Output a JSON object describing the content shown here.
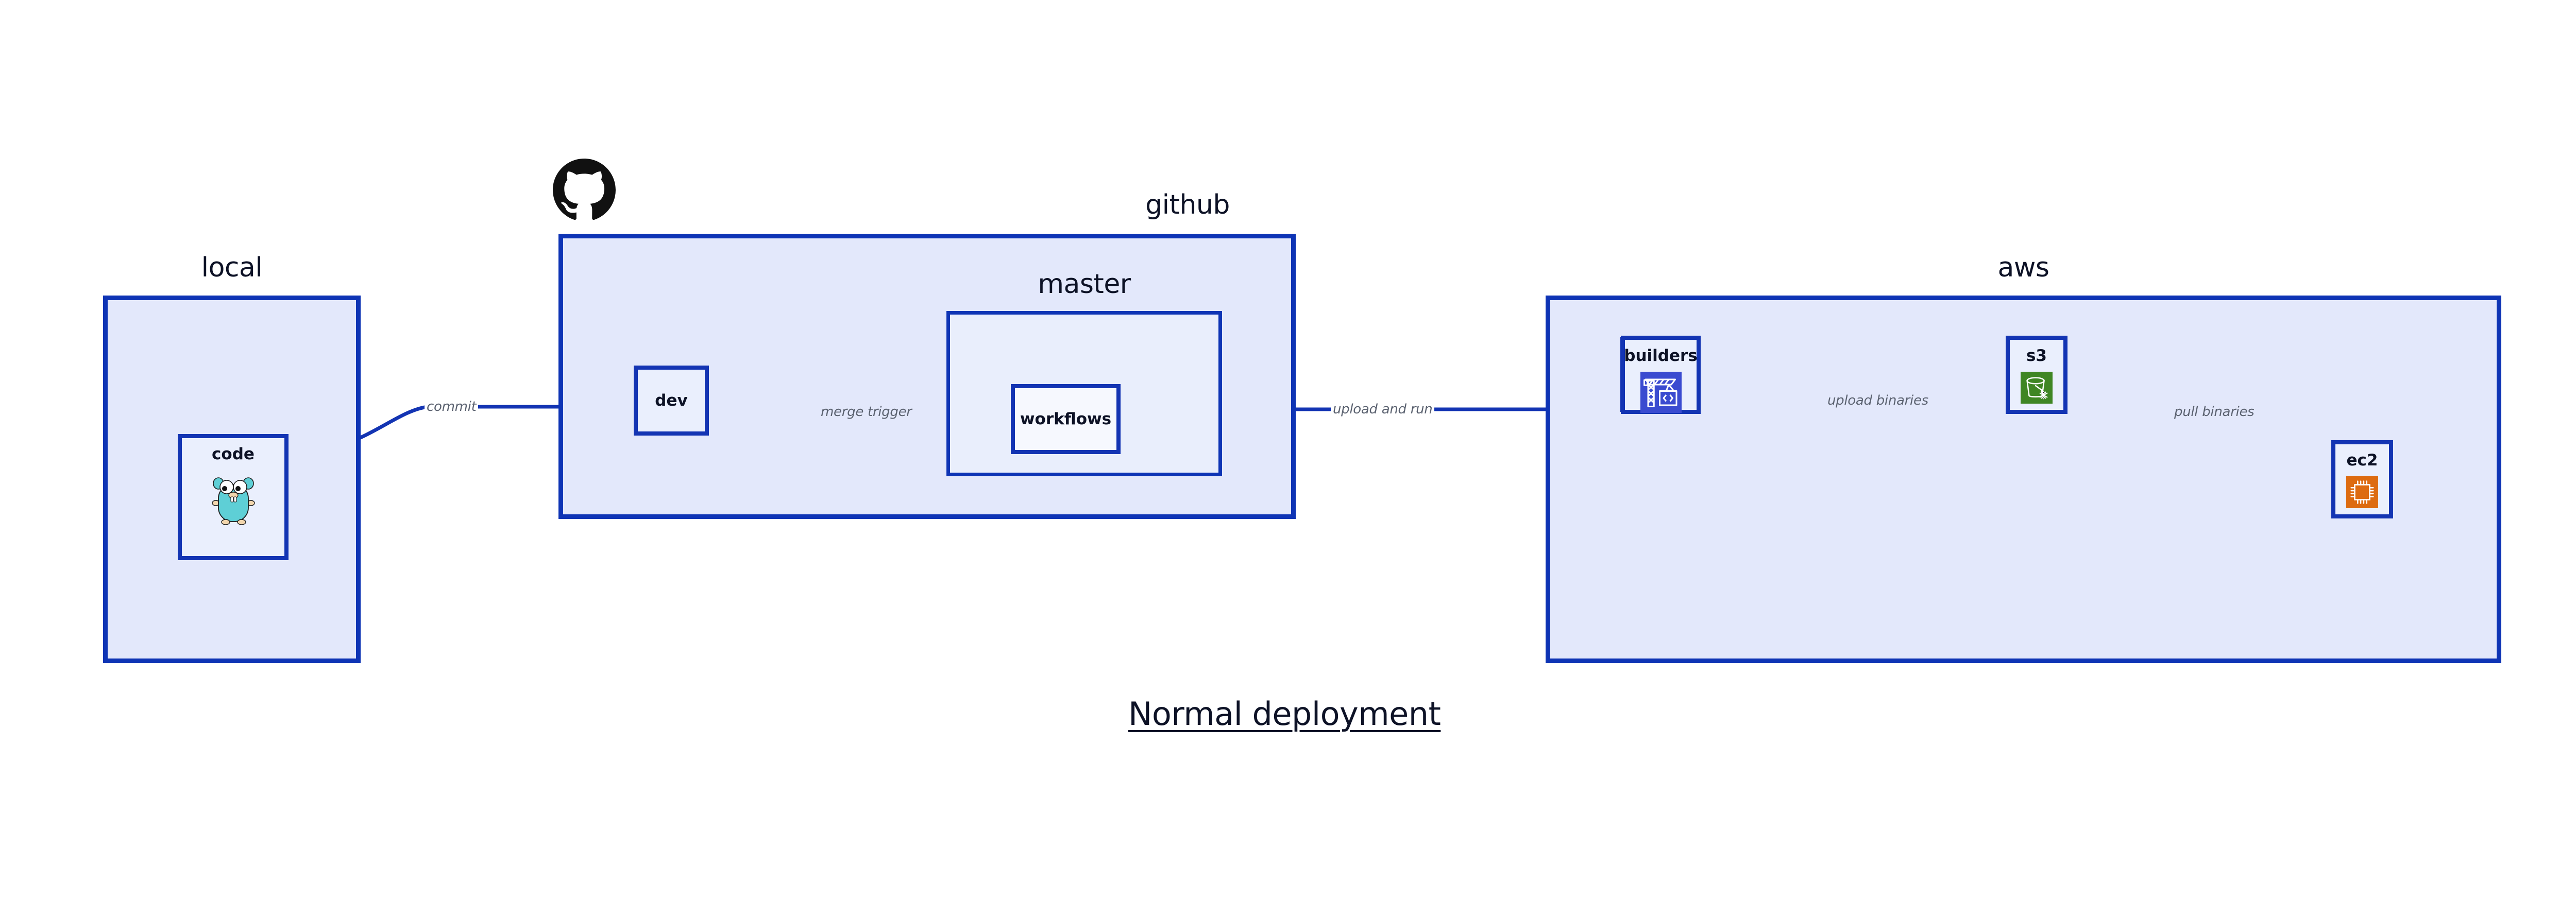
{
  "diagram": {
    "title": "Normal deployment",
    "background_color": "#ffffff",
    "group_fill": "#e3e8fb",
    "subgroup_fill": "#e9eefc",
    "node_fill": "#eaeffd",
    "border_color": "#1334b3",
    "edge_color": "#1334b3",
    "edge_label_color": "#5b6270",
    "text_color": "#0d1226"
  },
  "groups": {
    "local": {
      "label": "local"
    },
    "github": {
      "label": "github"
    },
    "master": {
      "label": "master"
    },
    "aws": {
      "label": "aws"
    }
  },
  "nodes": {
    "code": {
      "label": "code",
      "icon": "go-gopher-icon"
    },
    "dev": {
      "label": "dev",
      "icon": "none"
    },
    "workflows": {
      "label": "workflows",
      "icon": "none"
    },
    "builders": {
      "label": "builders",
      "icon": "aws-codebuild-crane-icon",
      "icon_color": "#3a4bd0"
    },
    "s3": {
      "label": "s3",
      "icon": "aws-s3-bucket-icon",
      "icon_color": "#3f8624"
    },
    "ec2": {
      "label": "ec2",
      "icon": "aws-ec2-chip-icon",
      "icon_color": "#dd6b10"
    }
  },
  "edges": [
    {
      "id": "commit",
      "label": "commit",
      "from": "code",
      "to": "dev"
    },
    {
      "id": "merge-trigger",
      "label": "merge trigger",
      "from": "dev",
      "to": "workflows"
    },
    {
      "id": "upload-and-run",
      "label": "upload and run",
      "from": "workflows",
      "to": "builders"
    },
    {
      "id": "upload-binaries",
      "label": "upload binaries",
      "from": "builders",
      "to": "s3"
    },
    {
      "id": "pull-binaries",
      "label": "pull binaries",
      "from": "s3",
      "to": "ec2"
    }
  ],
  "logos": {
    "github": {
      "name": "github-octocat-logo"
    }
  }
}
